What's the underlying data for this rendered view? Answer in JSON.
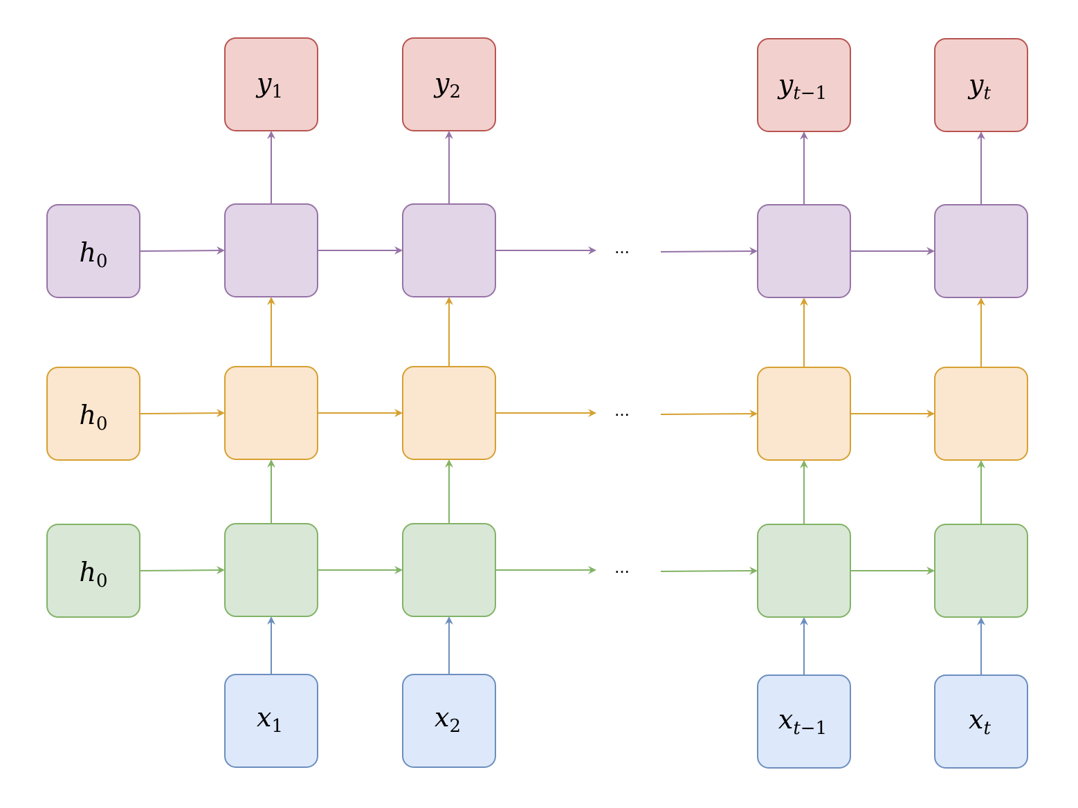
{
  "colors": {
    "output": {
      "fill": "#f2d0cd",
      "stroke": "#b85450"
    },
    "layer3": {
      "fill": "#e1d5e7",
      "stroke": "#9673a6"
    },
    "layer2": {
      "fill": "#fbe6cf",
      "stroke": "#d6a030"
    },
    "layer1": {
      "fill": "#d9e7d6",
      "stroke": "#82b366"
    },
    "input": {
      "fill": "#dde8fa",
      "stroke": "#6c8ebf"
    }
  },
  "initial_states": [
    {
      "base": "h",
      "sub": "0"
    },
    {
      "base": "h",
      "sub": "0"
    },
    {
      "base": "h",
      "sub": "0"
    }
  ],
  "outputs": [
    {
      "base": "y",
      "sub": "1"
    },
    {
      "base": "y",
      "sub": "2"
    },
    {
      "base": "y",
      "sub_italic": "t",
      "sub": "−1"
    },
    {
      "base": "y",
      "sub_italic": "t",
      "sub": ""
    }
  ],
  "inputs": [
    {
      "base": "x",
      "sub": "1"
    },
    {
      "base": "x",
      "sub": "2"
    },
    {
      "base": "x",
      "sub_italic": "t",
      "sub": "−1"
    },
    {
      "base": "x",
      "sub_italic": "t",
      "sub": ""
    }
  ],
  "ellipsis": [
    "...",
    "...",
    "..."
  ]
}
